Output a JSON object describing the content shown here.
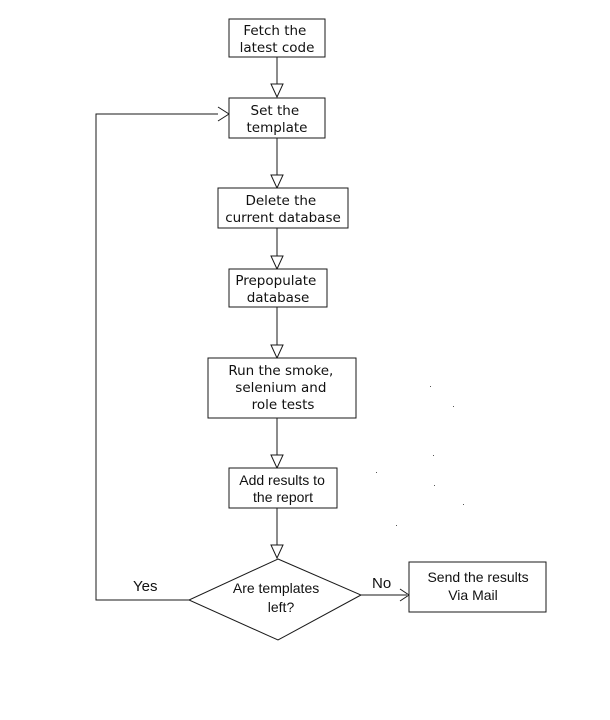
{
  "diagram": {
    "type": "flowchart",
    "nodes": [
      {
        "id": "fetch",
        "shape": "rect",
        "lines": [
          "Fetch the",
          "latest code"
        ]
      },
      {
        "id": "template",
        "shape": "rect",
        "lines": [
          "Set the",
          "template"
        ]
      },
      {
        "id": "delete",
        "shape": "rect",
        "lines": [
          "Delete the",
          "current database"
        ]
      },
      {
        "id": "prepopulate",
        "shape": "rect",
        "lines": [
          "Prepopulate",
          "database"
        ]
      },
      {
        "id": "tests",
        "shape": "rect",
        "lines": [
          "Run the smoke,",
          "selenium and",
          "role tests"
        ]
      },
      {
        "id": "results",
        "shape": "rect",
        "lines": [
          "Add results to",
          "the report"
        ]
      },
      {
        "id": "decision",
        "shape": "diamond",
        "lines": [
          "Are templates",
          "left?"
        ]
      },
      {
        "id": "mail",
        "shape": "rect",
        "lines": [
          "Send the results",
          "Via Mail"
        ]
      }
    ],
    "edges": [
      {
        "from": "fetch",
        "to": "template",
        "label": ""
      },
      {
        "from": "template",
        "to": "delete",
        "label": ""
      },
      {
        "from": "delete",
        "to": "prepopulate",
        "label": ""
      },
      {
        "from": "prepopulate",
        "to": "tests",
        "label": ""
      },
      {
        "from": "tests",
        "to": "results",
        "label": ""
      },
      {
        "from": "results",
        "to": "decision",
        "label": ""
      },
      {
        "from": "decision",
        "to": "template",
        "label": "Yes"
      },
      {
        "from": "decision",
        "to": "mail",
        "label": "No"
      }
    ]
  }
}
